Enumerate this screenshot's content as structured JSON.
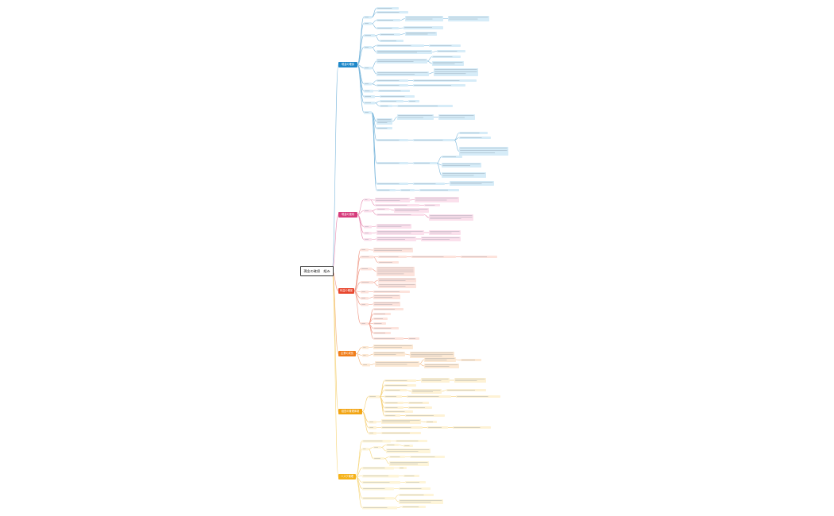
{
  "root": {
    "label": "現金の確保　組み"
  },
  "branches": [
    {
      "key": "b1",
      "label": "現金の確保",
      "color": "#1f88c9",
      "light": "#d6ecf8",
      "line": "#7db8dc"
    },
    {
      "key": "b2",
      "label": "現金の運用",
      "color": "#d63c7c",
      "light": "#fbe0ec",
      "line": "#e88db2"
    },
    {
      "key": "b3",
      "label": "利益の確保",
      "color": "#e8452c",
      "light": "#fde3dc",
      "line": "#f09a88"
    },
    {
      "key": "b4",
      "label": "企業の成長",
      "color": "#f07d1a",
      "light": "#fde9d4",
      "line": "#f3b47a"
    },
    {
      "key": "b5",
      "label": "経営の管理体制",
      "color": "#f2a413",
      "light": "#fef2d5",
      "line": "#f5cf74"
    },
    {
      "key": "b6",
      "label": "リスク管理",
      "color": "#f5b21a",
      "light": "#fef5d9",
      "line": "#f7d880"
    }
  ]
}
